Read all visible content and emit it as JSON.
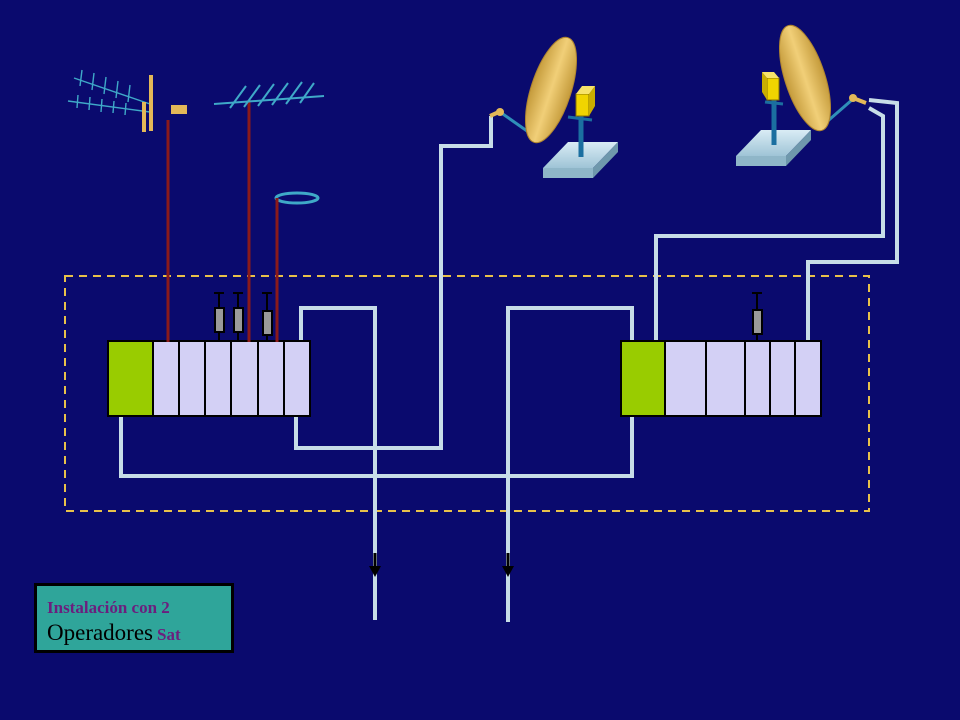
{
  "caption": {
    "line1": "Instalación con 2",
    "line2_main": "Operadores",
    "line2_suffix": "Sat"
  },
  "colors": {
    "background": "#0a0a6e",
    "cable": "#c7dde8",
    "antenna_feed": "#8b1a1a",
    "dish": "#e3b858",
    "lnb": "#f0d400",
    "power_module": "#99cc00",
    "amplifier_module": "#d3d0f5",
    "enclosure_border": "#e8c14a"
  },
  "headend_left": {
    "modules": 6,
    "attenuators": 3
  },
  "headend_right": {
    "modules": 5,
    "attenuators": 1
  },
  "outputs": 2
}
